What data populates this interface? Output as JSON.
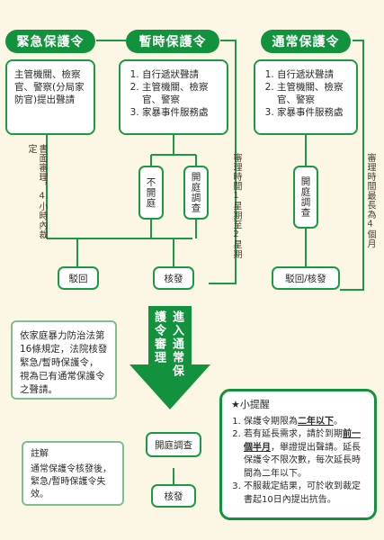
{
  "headers": {
    "emergency": "緊急保護令",
    "temporary": "暫時保護令",
    "regular": "通常保護令"
  },
  "emergency_card": {
    "text": "主管機關、檢察官、警察(分局家防官)提出聲請"
  },
  "temporary_card": {
    "items": [
      "自行遞狀聲請",
      "主管機關、檢察官、警察",
      "家暴事件服務處"
    ]
  },
  "regular_card": {
    "items": [
      "自行遞狀聲請",
      "主管機關、檢察官、警察",
      "家暴事件服務處"
    ]
  },
  "notes": {
    "written_review": "書面審理，4小時內裁定",
    "temporary_time": "審理時間1星期至2星期",
    "regular_time": "審理時間最長為4個月"
  },
  "boxes": {
    "no_hearing": "不開庭",
    "hearing_temp": "開庭調查",
    "hearing_regular": "開庭調查",
    "dismiss": "駁回",
    "issue": "核發",
    "dismiss_issue": "駁回/核發",
    "bottom_hearing": "開庭調查",
    "bottom_issue": "核發"
  },
  "speech": {
    "text": "依家庭暴力防治法第16條規定，法院核發緊急/暫時保護令，視為已有通常保護令之聲請。"
  },
  "arrow": {
    "col1": "進入通常保",
    "col2": "護令審理"
  },
  "footnote": {
    "title": "註解",
    "text": "通常保護令核發後，緊急/暫時保護令失效。"
  },
  "tips": {
    "title": "★小提醒",
    "item1_pre": "保護令期限為",
    "item1_em": "二年以下",
    "item1_post": "。",
    "item2_pre": "若有延長需求，請於到期",
    "item2_em": "前一個半月",
    "item2_post": "，舉證提出聲請。延長保護令不限次數，每次延長時間為二年以下。",
    "item3": "不服裁定結果，可於收到裁定書起10日內提出抗告。"
  },
  "colors": {
    "green": "#12923d",
    "background": "#fcf6e4",
    "line": "#1b9a45"
  }
}
